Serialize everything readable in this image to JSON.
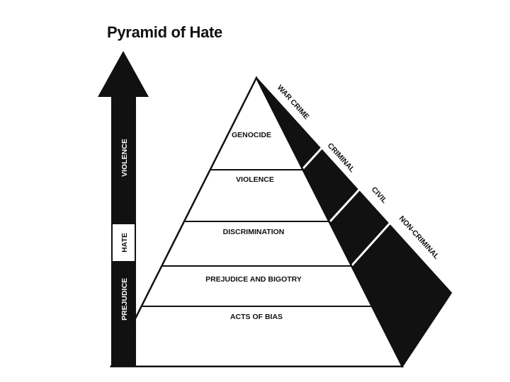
{
  "title": "Pyramid of Hate",
  "levels": [
    "GENOCIDE",
    "VIOLENCE",
    "DISCRIMINATION",
    "PREJUDICE AND BIGOTRY",
    "ACTS OF BIAS"
  ],
  "categories": [
    "WAR CRIME",
    "CRIMINAL",
    "CIVIL",
    "NON-CRIMINAL"
  ],
  "arrow": {
    "top": "VIOLENCE",
    "middle": "HATE",
    "bottom": "PREJUDICE"
  },
  "colors": {
    "ink": "#111111",
    "paper": "#ffffff"
  }
}
